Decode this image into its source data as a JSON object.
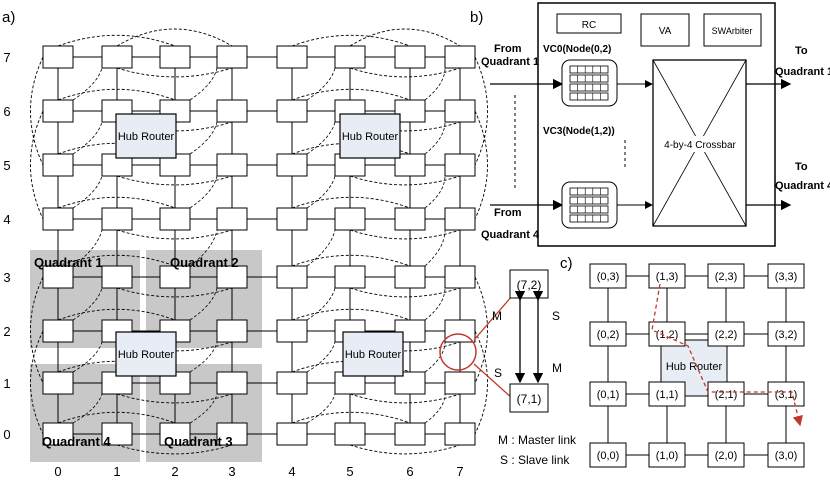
{
  "panels": {
    "a": "a)",
    "b": "b)",
    "c": "c)"
  },
  "mesh_a": {
    "row_labels": [
      "7",
      "6",
      "5",
      "4",
      "3",
      "2",
      "1",
      "0"
    ],
    "col_labels": [
      "0",
      "1",
      "2",
      "3",
      "4",
      "5",
      "6",
      "7"
    ],
    "hub_label": "Hub Router",
    "quadrants": [
      "Quadrant 1",
      "Quadrant 2",
      "Quadrant 4",
      "Quadrant 3"
    ]
  },
  "panel_b": {
    "rc": "RC",
    "va": "VA",
    "sw": "SWArbiter",
    "from1_l1": "From",
    "from1_l2": "Quadrant 1",
    "from4_l1": "From",
    "from4_l2": "Quadrant 4",
    "vc0": "VC0(Node(0,2)",
    "vc3": "VC3(Node(1,2))",
    "crossbar": "4-by-4 Crossbar",
    "to1_l1": "To",
    "to1_l2": "Quadrant 1",
    "to4_l1": "To",
    "to4_l2": "Quadrant 4"
  },
  "links": {
    "node_top": "(7,2)",
    "node_bottom": "(7,1)",
    "m_left": "M",
    "s_left": "S",
    "s_right": "S",
    "m_right": "M",
    "legend_master": "M : Master link",
    "legend_slave": "S : Slave link"
  },
  "mesh_c": {
    "rows": [
      [
        "(0,3)",
        "(1,3)",
        "(2,3)",
        "(3,3)"
      ],
      [
        "(0,2)",
        "(1,2)",
        "(2,2)",
        "(3,2)"
      ],
      [
        "(0,1)",
        "(1,1)",
        "(2,1)",
        "(3,1)"
      ],
      [
        "(0,0)",
        "(1,0)",
        "(2,0)",
        "(3,0)"
      ]
    ],
    "hub_label": "Hub Router"
  }
}
